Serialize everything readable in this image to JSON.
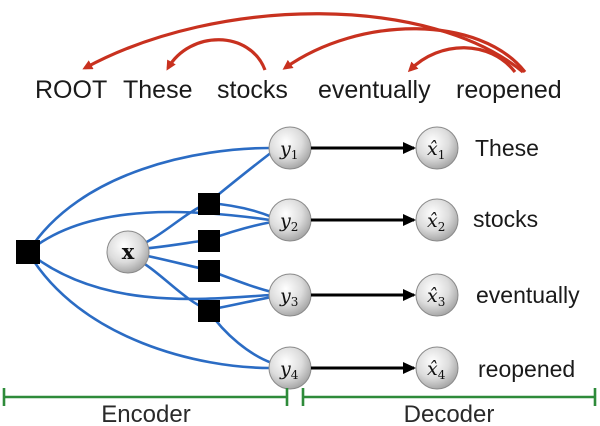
{
  "sentence": {
    "root": "ROOT",
    "words": [
      "These",
      "stocks",
      "eventually",
      "reopened"
    ]
  },
  "latent": {
    "input_symbol": "x",
    "y_nodes": [
      {
        "base": "y",
        "sub": "1"
      },
      {
        "base": "y",
        "sub": "2"
      },
      {
        "base": "y",
        "sub": "3"
      },
      {
        "base": "y",
        "sub": "4"
      }
    ],
    "x_hat_nodes": [
      {
        "base": "x̂",
        "sub": "1"
      },
      {
        "base": "x̂",
        "sub": "2"
      },
      {
        "base": "x̂",
        "sub": "3"
      },
      {
        "base": "x̂",
        "sub": "4"
      }
    ]
  },
  "output_words": [
    "These",
    "stocks",
    "eventually",
    "reopened"
  ],
  "sections": {
    "encoder": "Encoder",
    "decoder": "Decoder"
  },
  "colors": {
    "dependency_arc": "#c8311f",
    "encoder_edge": "#2b6cc4",
    "bracket": "#2e8b3a"
  }
}
